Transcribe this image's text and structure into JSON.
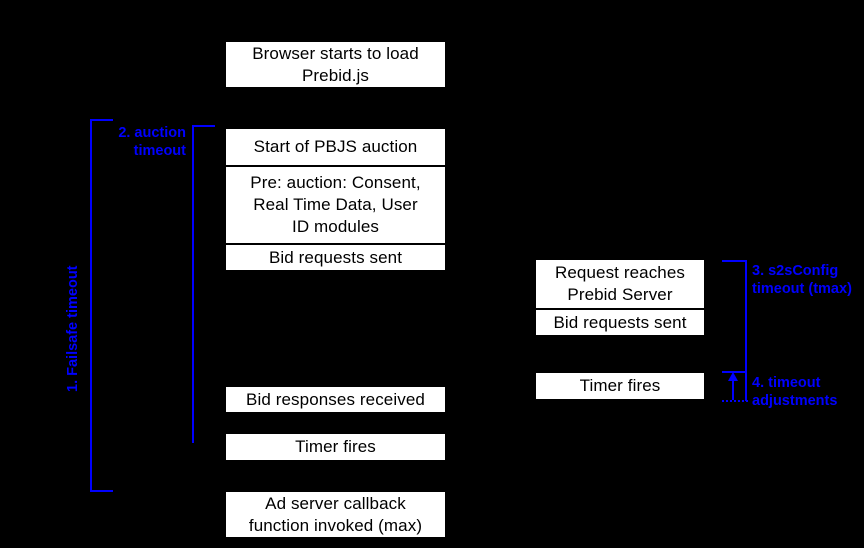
{
  "diagram": {
    "title": "Prebid.js auction timeout diagram",
    "background_color": "#000000",
    "node_fill": "#ffffff",
    "node_text_color": "#000000",
    "annotation_color": "#0000ff"
  },
  "nodes": [
    {
      "id": "browser-load",
      "label": "Browser starts to load\nPrebid.js"
    },
    {
      "id": "auction-start",
      "label": "Start of PBJS auction"
    },
    {
      "id": "pre-auction",
      "label": "Pre: auction: Consent,\nReal Time Data, User\nID modules"
    },
    {
      "id": "bid-requests-sent",
      "label": "Bid requests sent"
    },
    {
      "id": "bid-responses",
      "label": "Bid responses received"
    },
    {
      "id": "timer-fires-left",
      "label": "Timer fires"
    },
    {
      "id": "ad-server-callback",
      "label": "Ad server callback\nfunction invoked (max)"
    },
    {
      "id": "request-reaches",
      "label": "Request reaches\nPrebid Server"
    },
    {
      "id": "s2s-bid-requests",
      "label": "Bid requests sent"
    },
    {
      "id": "timer-fires-right",
      "label": "Timer fires"
    }
  ],
  "annotations": [
    {
      "id": "failsafe-timeout",
      "label": "1. Failsafe timeout",
      "orientation": "vertical"
    },
    {
      "id": "auction-timeout",
      "label": "2. auction\ntimeout",
      "orientation": "horizontal"
    },
    {
      "id": "s2sconfig-timeout",
      "label": "3. s2sConfig\ntimeout (tmax)",
      "orientation": "horizontal"
    },
    {
      "id": "timeout-adjustments",
      "label": "4. timeout\nadjustments",
      "orientation": "horizontal"
    }
  ]
}
